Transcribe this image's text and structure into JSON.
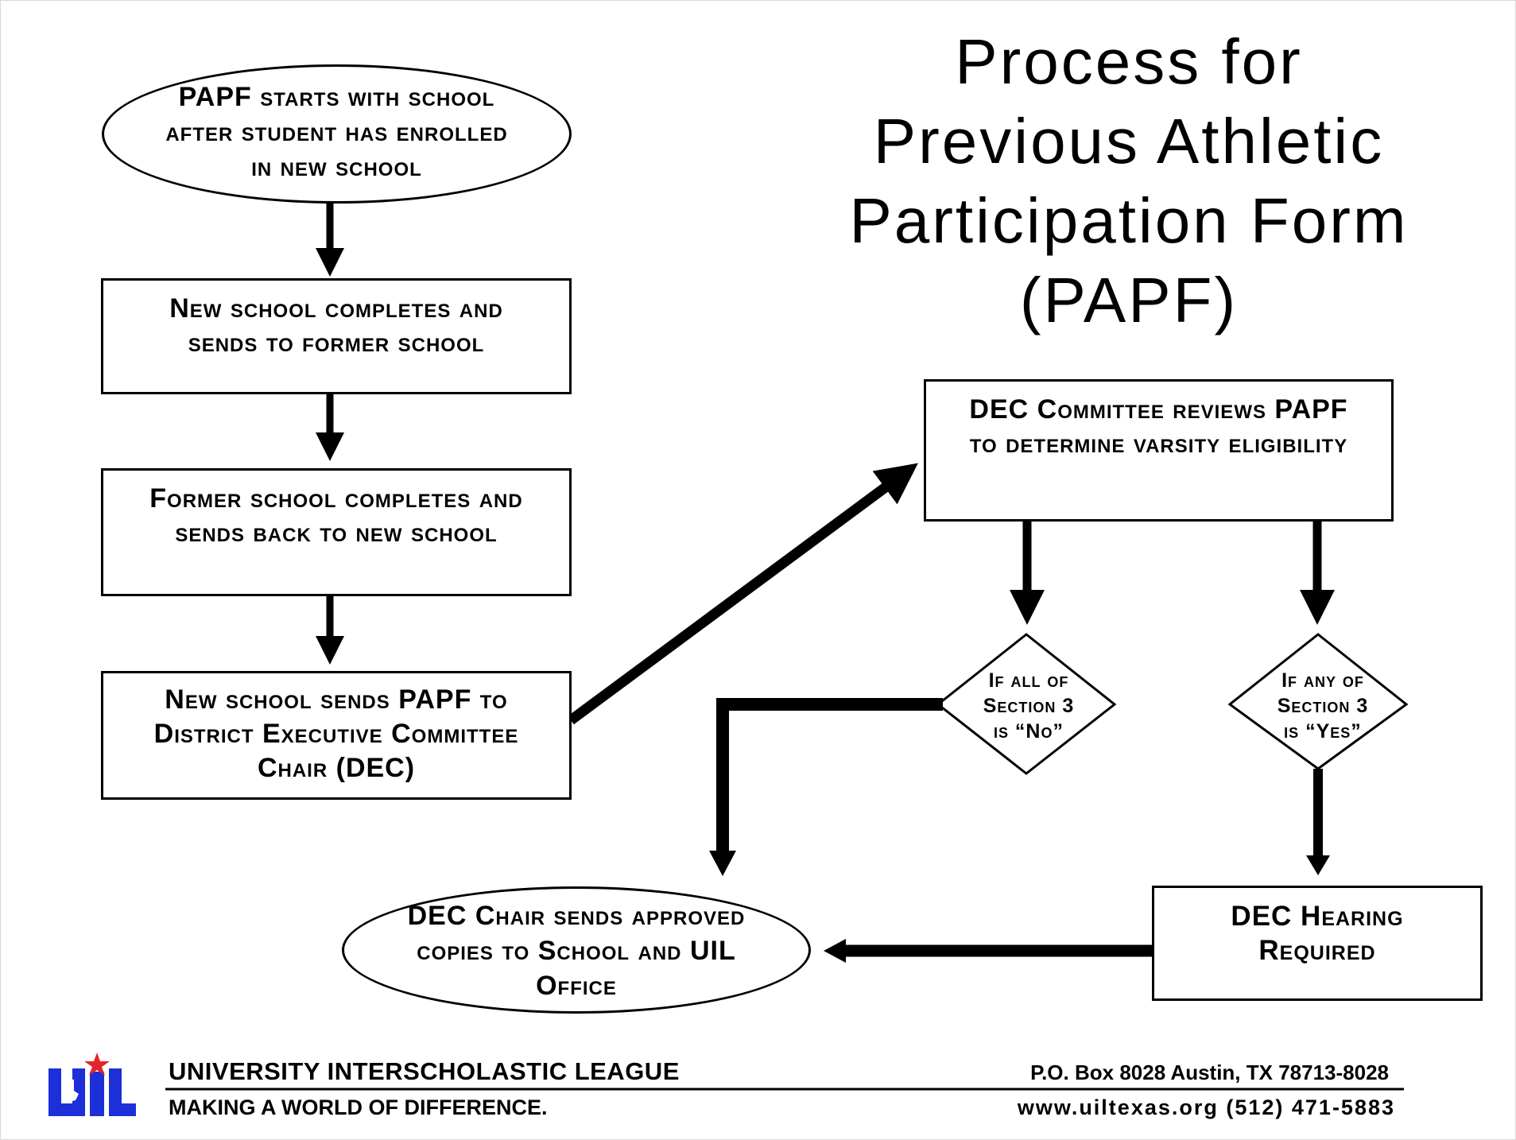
{
  "title": {
    "line1": "Process for",
    "line2": "Previous Athletic",
    "line3": "Participation Form",
    "line4": "(PAPF)"
  },
  "nodes": {
    "start": {
      "line1": "PAPF starts with school",
      "line2": "after student has enrolled",
      "line3": "in new school"
    },
    "step1": {
      "line1": "New school completes and",
      "line2": "sends to former school"
    },
    "step2": {
      "line1": "Former school completes and",
      "line2": "sends back to new school"
    },
    "step3": {
      "line1": "New school sends PAPF to",
      "line2": "District Executive Committee",
      "line3": "Chair (DEC)"
    },
    "review": {
      "line1": "DEC Committee reviews PAPF",
      "line2": "to determine varsity eligibility"
    },
    "decision_no": {
      "line1": "If all of",
      "line2": "Section 3",
      "line3": "is “No”"
    },
    "decision_yes": {
      "line1": "If any of",
      "line2": "Section 3",
      "line3": "is “Yes”"
    },
    "hearing": {
      "line1": "DEC Hearing",
      "line2": "Required"
    },
    "end": {
      "line1": "DEC Chair sends approved",
      "line2": "copies to School and UIL",
      "line3": "Office"
    }
  },
  "footer": {
    "org": "UNIVERSITY INTERSCHOLASTIC LEAGUE",
    "tagline": "MAKING A WORLD OF DIFFERENCE.",
    "address": "P.O. Box 8028 Austin, TX  78713-8028",
    "contact": "www.uiltexas.org  (512) 471-5883",
    "logo_text": "UIL",
    "logo_colors": {
      "blue": "#1c2fd8",
      "red": "#e3242b"
    }
  }
}
